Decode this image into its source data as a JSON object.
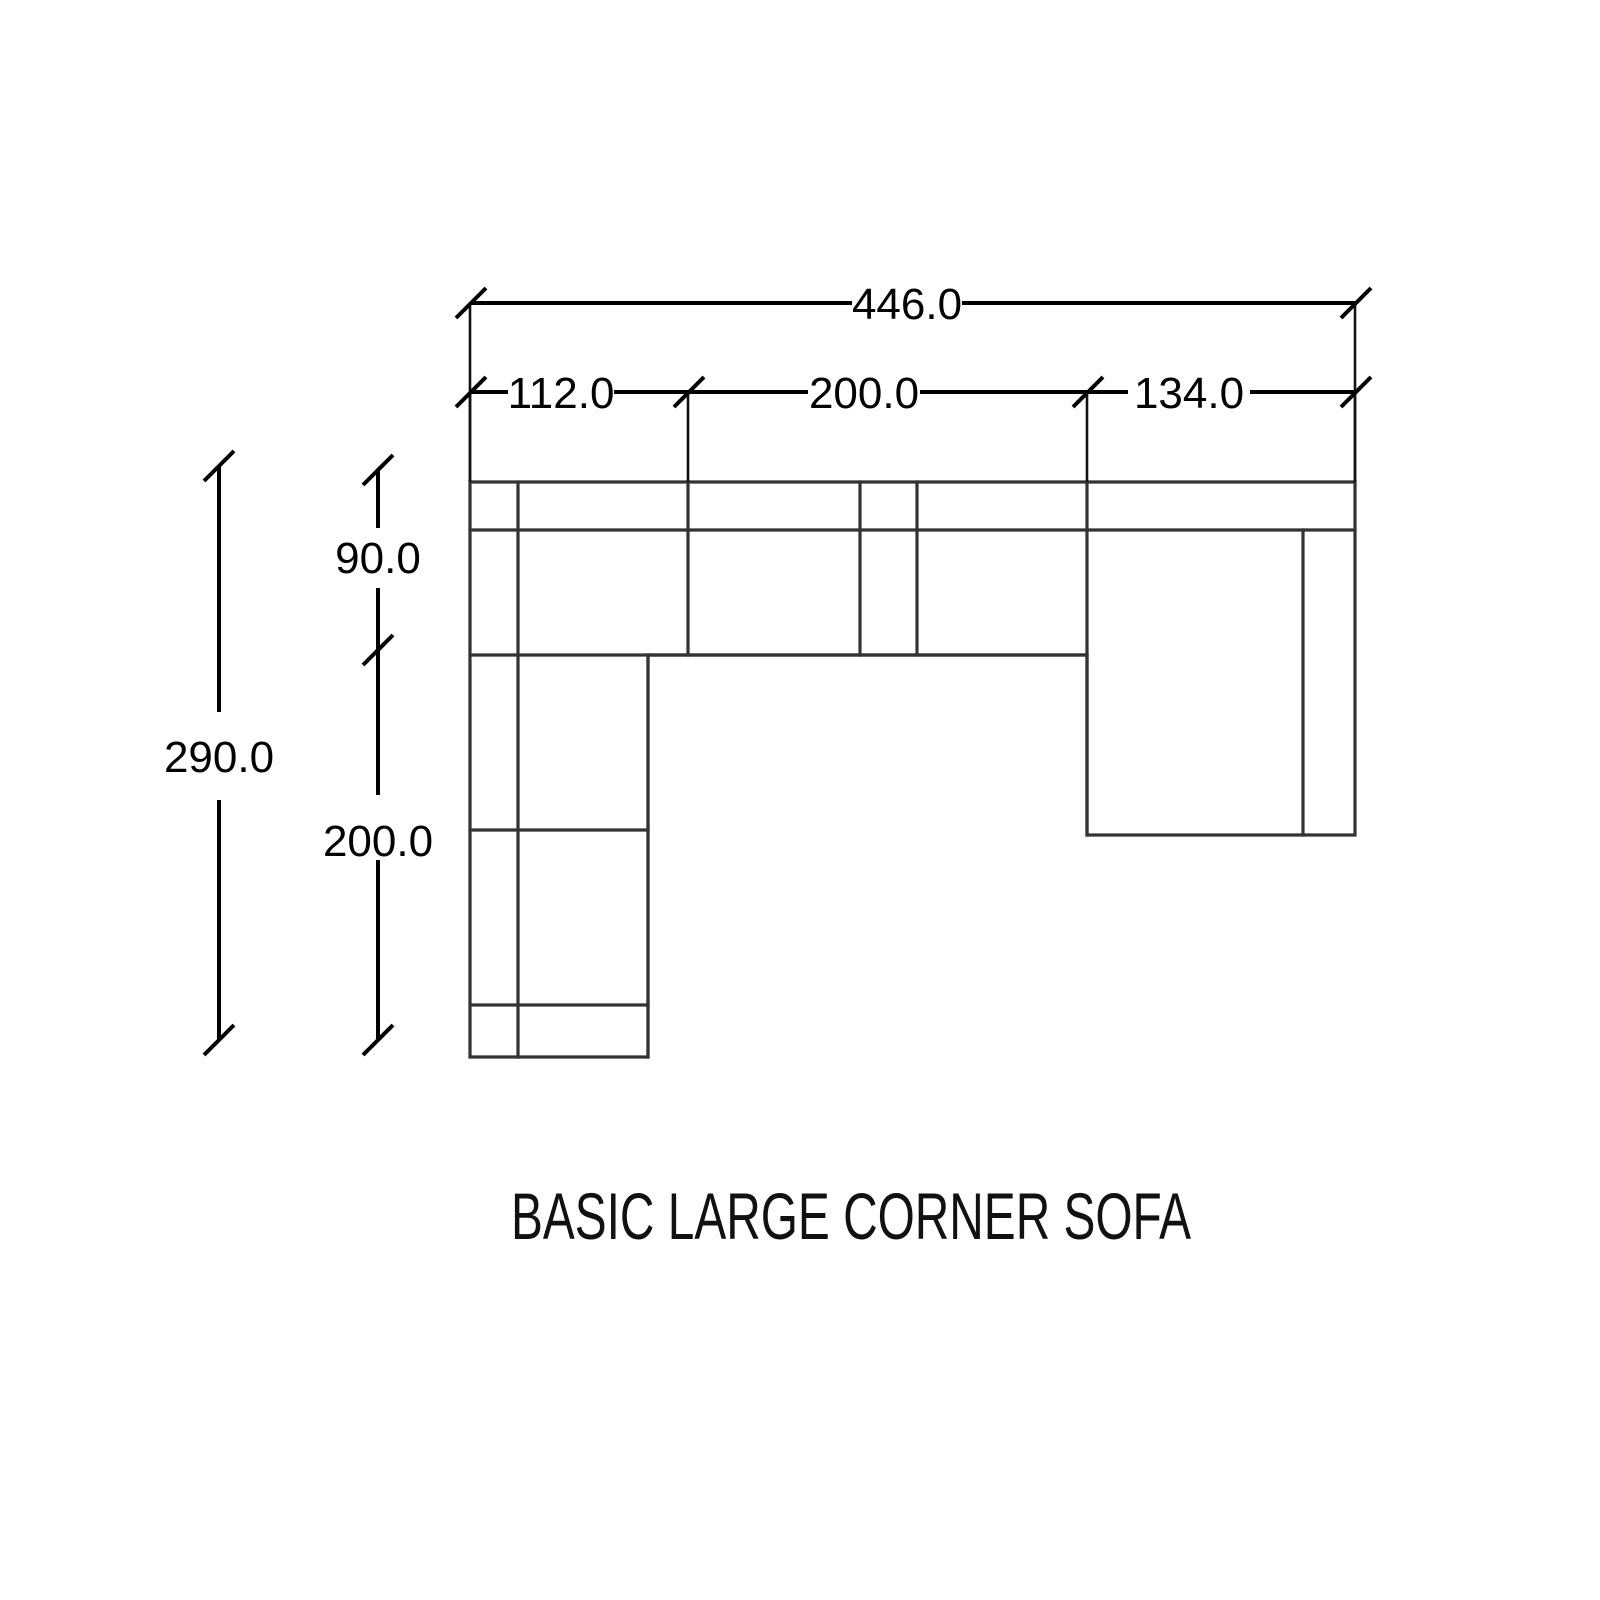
{
  "document": {
    "type": "technical-drawing",
    "title": "BASIC  LARGE CORNER SOFA",
    "background_color": "#ffffff",
    "line_color": "#333333",
    "dimension_color": "#000000"
  },
  "dimensions": {
    "overall_width": "446.0",
    "overall_depth": "290.0",
    "segment_left": "112.0",
    "segment_middle": "200.0",
    "segment_right": "134.0",
    "depth_top": "90.0",
    "depth_bottom": "200.0"
  },
  "chart_data": {
    "type": "diagram",
    "title": "BASIC  LARGE CORNER SOFA",
    "units": "cm",
    "plan_view": "L-shaped corner sofa, top-down plan",
    "horizontal_chain": {
      "total_label": "446.0",
      "total_value": 446.0,
      "segments": [
        {
          "label": "112.0",
          "value": 112.0
        },
        {
          "label": "200.0",
          "value": 200.0
        },
        {
          "label": "134.0",
          "value": 134.0
        }
      ]
    },
    "vertical_chain": {
      "total_label": "290.0",
      "total_value": 290.0,
      "segments": [
        {
          "label": "90.0",
          "value": 90.0
        },
        {
          "label": "200.0",
          "value": 200.0
        }
      ]
    }
  },
  "labels": {
    "overall_width": "446.0",
    "seg_left": "112.0",
    "seg_mid": "200.0",
    "seg_right": "134.0",
    "depth_total": "290.0",
    "depth_top": "90.0",
    "depth_bottom": "200.0",
    "title": "BASIC  LARGE CORNER SOFA"
  }
}
